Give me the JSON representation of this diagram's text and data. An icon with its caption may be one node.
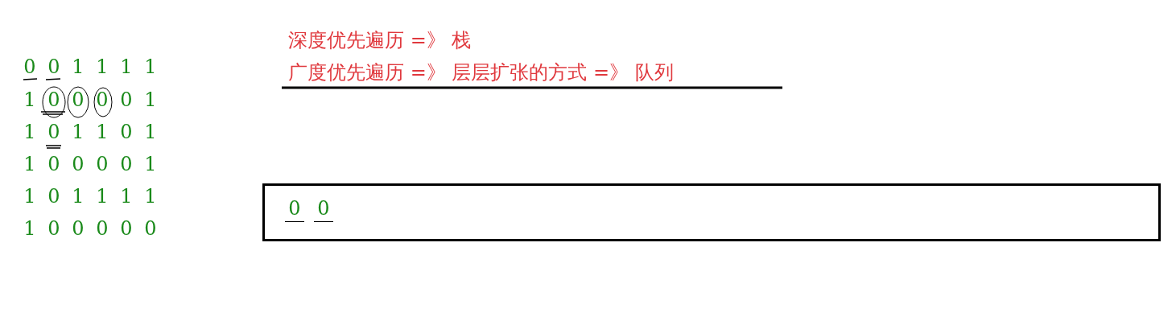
{
  "diagram": {
    "nodes": [
      {
        "text": [
          "0",
          "0"
        ]
      }
    ],
    "edges": [],
    "labels": [
      "深度优先遍历 =》 栈",
      "0",
      "0",
      "1",
      "1",
      "1",
      "1",
      "广度优先遍历 =》 层层扩张的方式 =》 队列",
      "1",
      "0",
      "0",
      "0",
      "0",
      "1",
      "1",
      "0",
      "1",
      "1",
      "0",
      "1",
      "1",
      "0",
      "0",
      "0",
      "0",
      "1",
      "1",
      "0",
      "1",
      "1",
      "1",
      "1",
      "1",
      "0",
      "0",
      "0",
      "0",
      "0"
    ]
  }
}
